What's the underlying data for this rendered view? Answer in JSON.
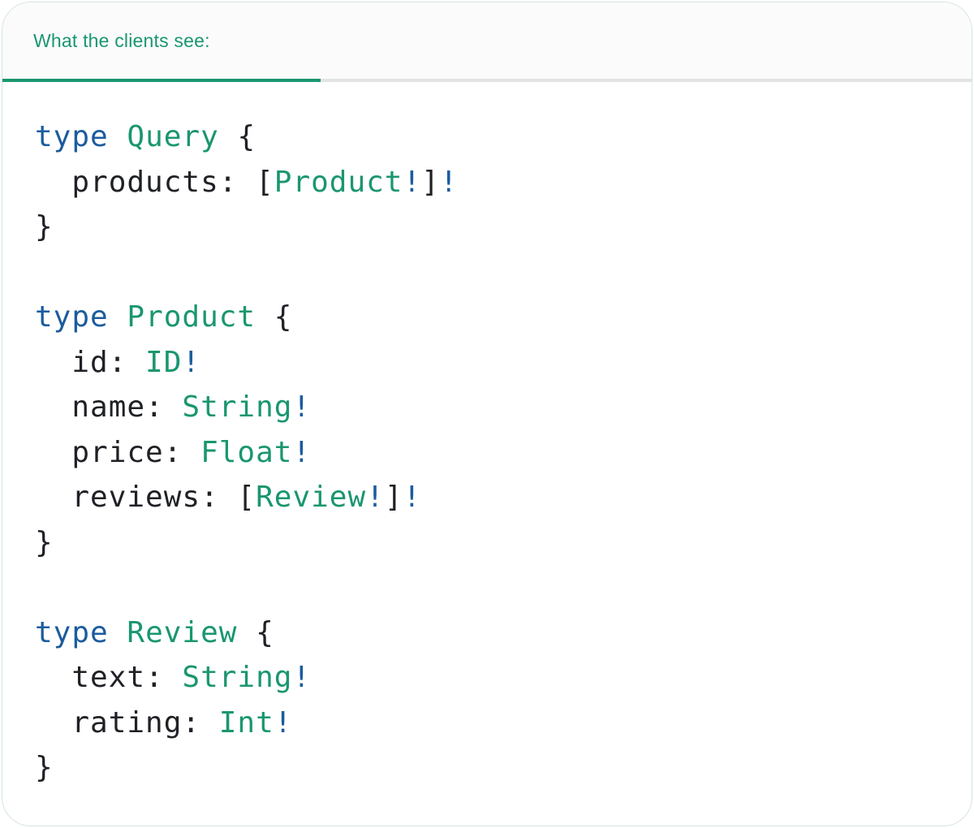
{
  "panel": {
    "tab": {
      "label": "What the clients see:",
      "active": true
    }
  },
  "colors": {
    "green": "#1a9670",
    "blue": "#1b5c9e",
    "code_text": "#1f2126",
    "divider": "#e2e4e2",
    "tabbar_bg": "#fbfbfc",
    "card_bg": "#ffffff",
    "card_border": "#d5e6db"
  },
  "code": {
    "language": "graphql",
    "raw": "type Query {\n  products: [Product!]!\n}\n\ntype Product {\n  id: ID!\n  name: String!\n  price: Float!\n  reviews: [Review!]!\n}\n\ntype Review {\n  text: String!\n  rating: Int!\n}",
    "lines": [
      [
        [
          "kw",
          "type"
        ],
        [
          "pl",
          " "
        ],
        [
          "ty",
          "Query"
        ],
        [
          "pl",
          " {"
        ]
      ],
      [
        [
          "pl",
          "  products: ["
        ],
        [
          "ty",
          "Product"
        ],
        [
          "bg",
          "!"
        ],
        [
          "pl",
          "]"
        ],
        [
          "bg",
          "!"
        ]
      ],
      [
        [
          "pl",
          "}"
        ]
      ],
      [],
      [
        [
          "kw",
          "type"
        ],
        [
          "pl",
          " "
        ],
        [
          "ty",
          "Product"
        ],
        [
          "pl",
          " {"
        ]
      ],
      [
        [
          "pl",
          "  id: "
        ],
        [
          "ty",
          "ID"
        ],
        [
          "bg",
          "!"
        ]
      ],
      [
        [
          "pl",
          "  name: "
        ],
        [
          "ty",
          "String"
        ],
        [
          "bg",
          "!"
        ]
      ],
      [
        [
          "pl",
          "  price: "
        ],
        [
          "ty",
          "Float"
        ],
        [
          "bg",
          "!"
        ]
      ],
      [
        [
          "pl",
          "  reviews: ["
        ],
        [
          "ty",
          "Review"
        ],
        [
          "bg",
          "!"
        ],
        [
          "pl",
          "]"
        ],
        [
          "bg",
          "!"
        ]
      ],
      [
        [
          "pl",
          "}"
        ]
      ],
      [],
      [
        [
          "kw",
          "type"
        ],
        [
          "pl",
          " "
        ],
        [
          "ty",
          "Review"
        ],
        [
          "pl",
          " {"
        ]
      ],
      [
        [
          "pl",
          "  text: "
        ],
        [
          "ty",
          "String"
        ],
        [
          "bg",
          "!"
        ]
      ],
      [
        [
          "pl",
          "  rating: "
        ],
        [
          "ty",
          "Int"
        ],
        [
          "bg",
          "!"
        ]
      ],
      [
        [
          "pl",
          "}"
        ]
      ]
    ]
  }
}
